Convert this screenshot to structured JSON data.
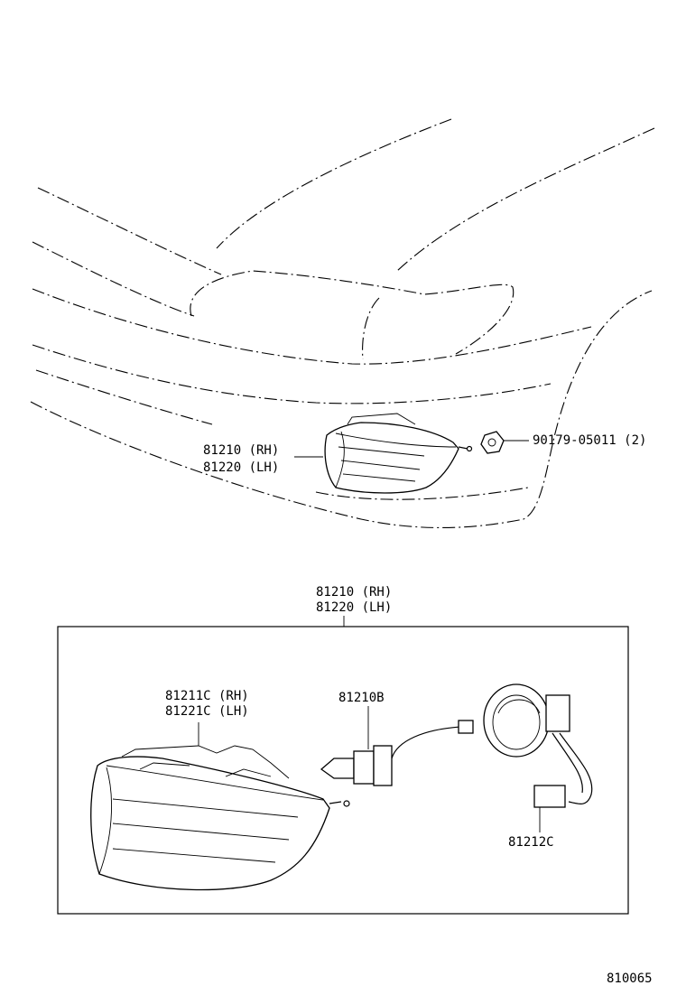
{
  "top_view": {
    "lamp_label_rh": "81210 (RH)",
    "lamp_label_lh": "81220 (LH)",
    "nut_label": "90179-05011 (2)"
  },
  "detail_view": {
    "assembly_label_rh": "81210 (RH)",
    "assembly_label_lh": "81220 (LH)",
    "lens_label_rh": "81211C (RH)",
    "lens_label_lh": "81221C (LH)",
    "bulb_label": "81210B",
    "socket_label": "81212C"
  },
  "diagram_code": "810065",
  "colors": {
    "line": "#000000",
    "background": "#ffffff"
  }
}
